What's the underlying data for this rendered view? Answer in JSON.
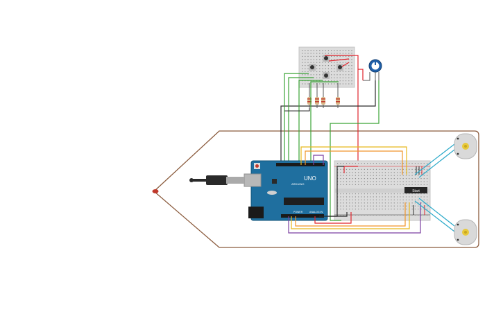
{
  "canvas": {
    "background": "#ffffff"
  },
  "board": {
    "logo_text": "UNO",
    "brand_text": "ARDUINO",
    "power_label": "POWER",
    "analog_label": "ANALOG IN",
    "color": "#1f6f9f"
  },
  "driver_chip": {
    "label": "Start"
  },
  "components": {
    "outline_color": "#8a5a3c",
    "breadboard_color": "#dcdcdc",
    "motor_color": "#d9d9d9",
    "motor_hub_color": "#e8c93a",
    "pot_color": "#1f5fa8",
    "led_color": "#c0392b"
  },
  "wire_colors": {
    "red": "#e0232b",
    "black": "#2b2b2b",
    "green": "#3aa335",
    "yellow": "#e8b81a",
    "orange": "#f0952a",
    "purple": "#7b3fa0",
    "cyan": "#2aa9c9"
  }
}
